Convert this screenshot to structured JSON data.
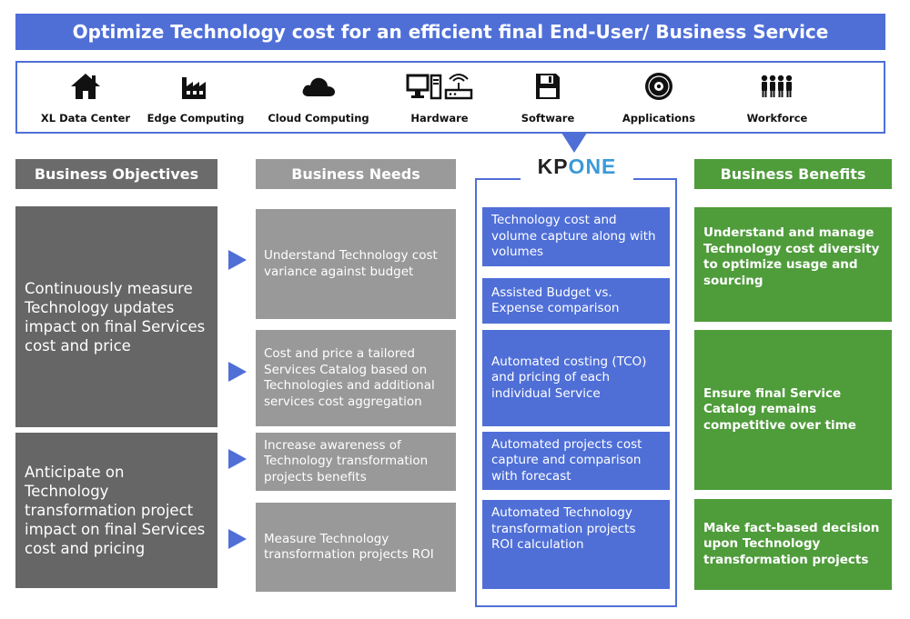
{
  "banner": {
    "title": "Optimize Technology cost for an efficient final End-User/ Business Service"
  },
  "tech": {
    "items": [
      {
        "label": "XL Data Center",
        "icon": "house-icon"
      },
      {
        "label": "Edge Computing",
        "icon": "factory-icon"
      },
      {
        "label": "Cloud Computing",
        "icon": "cloud-icon"
      },
      {
        "label": "Hardware",
        "icon": "hardware-icon"
      },
      {
        "label": "Software",
        "icon": "floppy-disk-icon"
      },
      {
        "label": "Applications",
        "icon": "disc-icon"
      },
      {
        "label": "Workforce",
        "icon": "people-icon"
      }
    ]
  },
  "headers": {
    "objectives": "Business Objectives",
    "needs": "Business Needs",
    "benefits": "Business Benefits"
  },
  "logo": {
    "text_k": "KP",
    "text_o": "O",
    "text_ne": "NE"
  },
  "objectives": [
    "Continuously measure Technology updates impact on final Services cost and price",
    "Anticipate on Technology transformation project impact on final Services cost and pricing"
  ],
  "needs": [
    "Understand Technology cost variance against budget",
    "Cost and price a tailored Services Catalog based on Technologies and additional services cost aggregation",
    "Increase awareness of Technology transformation projects benefits",
    "Measure Technology transformation projects ROI"
  ],
  "kpone": [
    "Technology cost and volume capture along with volumes",
    "Assisted Budget vs. Expense comparison",
    "Automated costing (TCO) and pricing of each individual Service",
    "Automated projects cost capture and comparison with forecast",
    "Automated Technology transformation projects ROI calculation"
  ],
  "benefits": [
    "Understand and manage Technology cost diversity to optimize usage and sourcing",
    "Ensure final Service Catalog remains competitive over time",
    "Make fact-based decision upon Technology transformation projects"
  ],
  "colors": {
    "blue": "#4f6fd7",
    "dark_gray": "#666666",
    "light_gray": "#999999",
    "green": "#4f9c3b"
  }
}
